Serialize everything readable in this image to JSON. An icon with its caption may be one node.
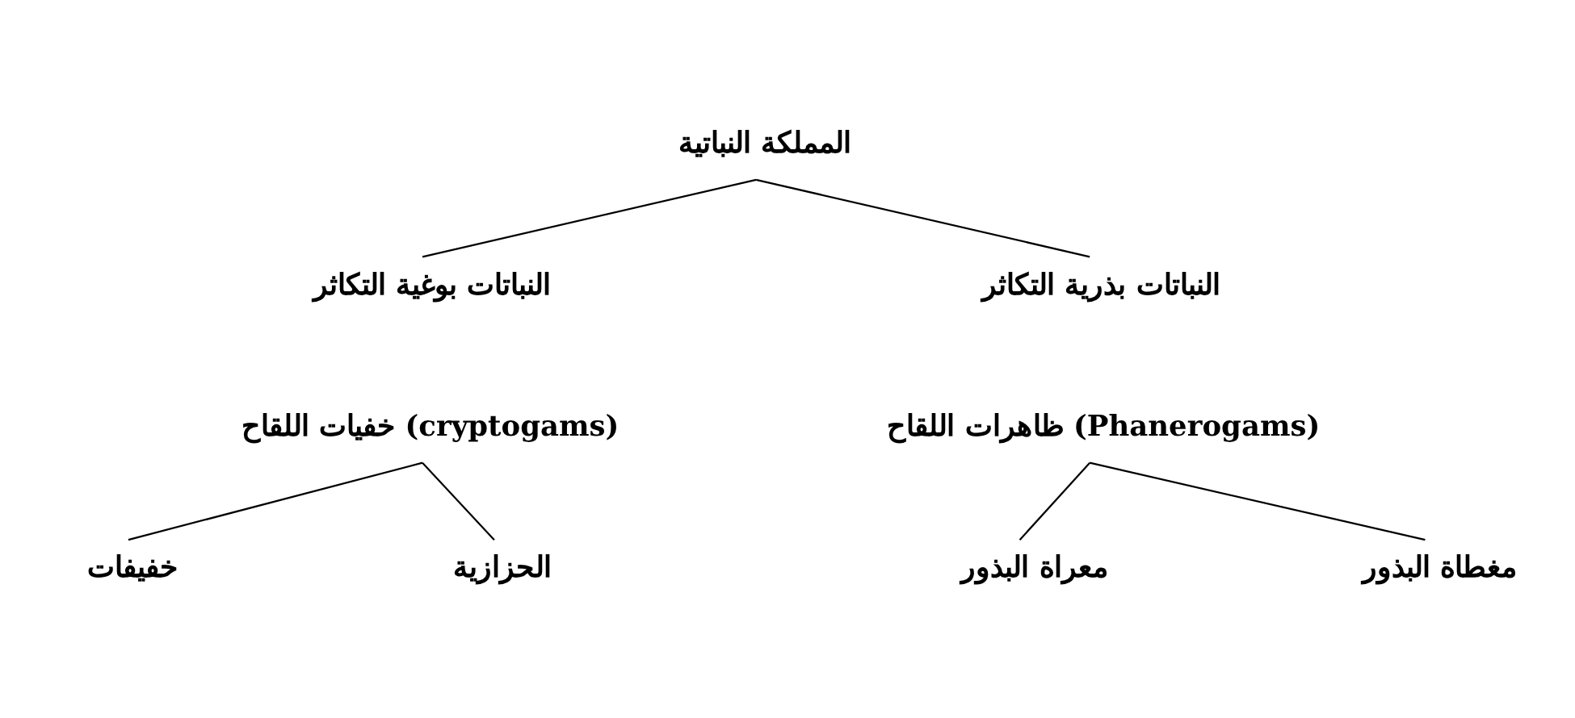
{
  "diagram": {
    "nodes": [
      {
        "text": [
          "المملكة النباتية"
        ]
      },
      {
        "text": [
          "النباتات بوغية التكاثر"
        ]
      },
      {
        "text": [
          "النباتات بذرية التكاثر"
        ]
      },
      {
        "text": [
          "خفيات اللقاح (cryptogams)"
        ]
      },
      {
        "text": [
          "ظاهرات اللقاح (Phanerogams)"
        ]
      },
      {
        "text": [
          "خفيفات"
        ]
      },
      {
        "text": [
          "الحزازية"
        ]
      },
      {
        "text": [
          "معراة البذور"
        ]
      },
      {
        "text": [
          "مغطاة البذور"
        ]
      }
    ],
    "edges": [
      {
        "from": 0,
        "to": 1,
        "arrow": "none"
      },
      {
        "from": 0,
        "to": 2,
        "arrow": "none"
      },
      {
        "from": 3,
        "to": 5,
        "arrow": "none"
      },
      {
        "from": 3,
        "to": 6,
        "arrow": "none"
      },
      {
        "from": 4,
        "to": 7,
        "arrow": "none"
      },
      {
        "from": 4,
        "to": 8,
        "arrow": "none"
      }
    ]
  }
}
